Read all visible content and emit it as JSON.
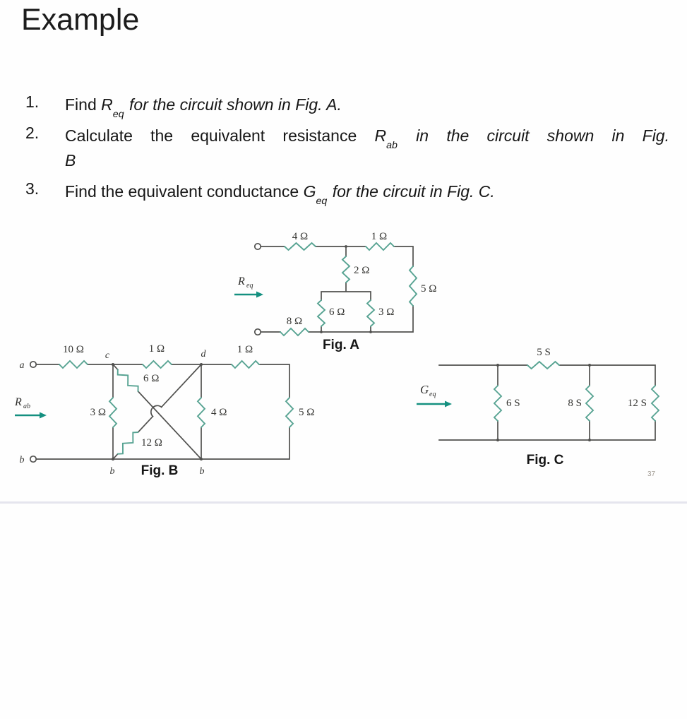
{
  "slide": {
    "title": "Example",
    "page_number": "37"
  },
  "problems": [
    {
      "num": "1.",
      "lead": "Find ",
      "var": "R",
      "sub": "eq",
      "rest": " for the circuit shown in Fig. A."
    },
    {
      "num": "2.",
      "lead": "Calculate the equivalent resistance ",
      "var": "R",
      "sub": "ab",
      "rest": " in the circuit shown in Fig.",
      "wrap": "B"
    },
    {
      "num": "3.",
      "lead": "Find the equivalent conductance ",
      "var": "G",
      "sub": "eq",
      "rest": " for the circuit in Fig. C."
    }
  ],
  "fig_a": {
    "caption": "Fig. A",
    "measure": {
      "base": "R",
      "sub": "eq"
    },
    "labels": {
      "r4": "4 Ω",
      "r1": "1 Ω",
      "r2": "2 Ω",
      "r5": "5 Ω",
      "r6": "6 Ω",
      "r3": "3 Ω",
      "r8": "8 Ω"
    }
  },
  "fig_b": {
    "caption": "Fig. B",
    "measure": {
      "base": "R",
      "sub": "ab"
    },
    "labels": {
      "r10": "10 Ω",
      "r1_cd": "1 Ω",
      "r1_d": "1 Ω",
      "r3": "3 Ω",
      "r6": "6 Ω",
      "r12": "12 Ω",
      "r4": "4 Ω",
      "r5": "5 Ω"
    },
    "nodes": {
      "a": "a",
      "b": "b",
      "c": "c",
      "d": "d",
      "b_left": "b",
      "b_right": "b"
    }
  },
  "fig_c": {
    "caption": "Fig. C",
    "measure": {
      "base": "G",
      "sub": "eq"
    },
    "labels": {
      "g5": "5 S",
      "g6": "6 S",
      "g8": "8 S",
      "g12": "12 S"
    }
  },
  "colors": {
    "resistor": "#57a392",
    "arrow": "#149080",
    "wire": "#50504e",
    "text": "#1e1e1e",
    "separator": "#e5e5ee"
  }
}
